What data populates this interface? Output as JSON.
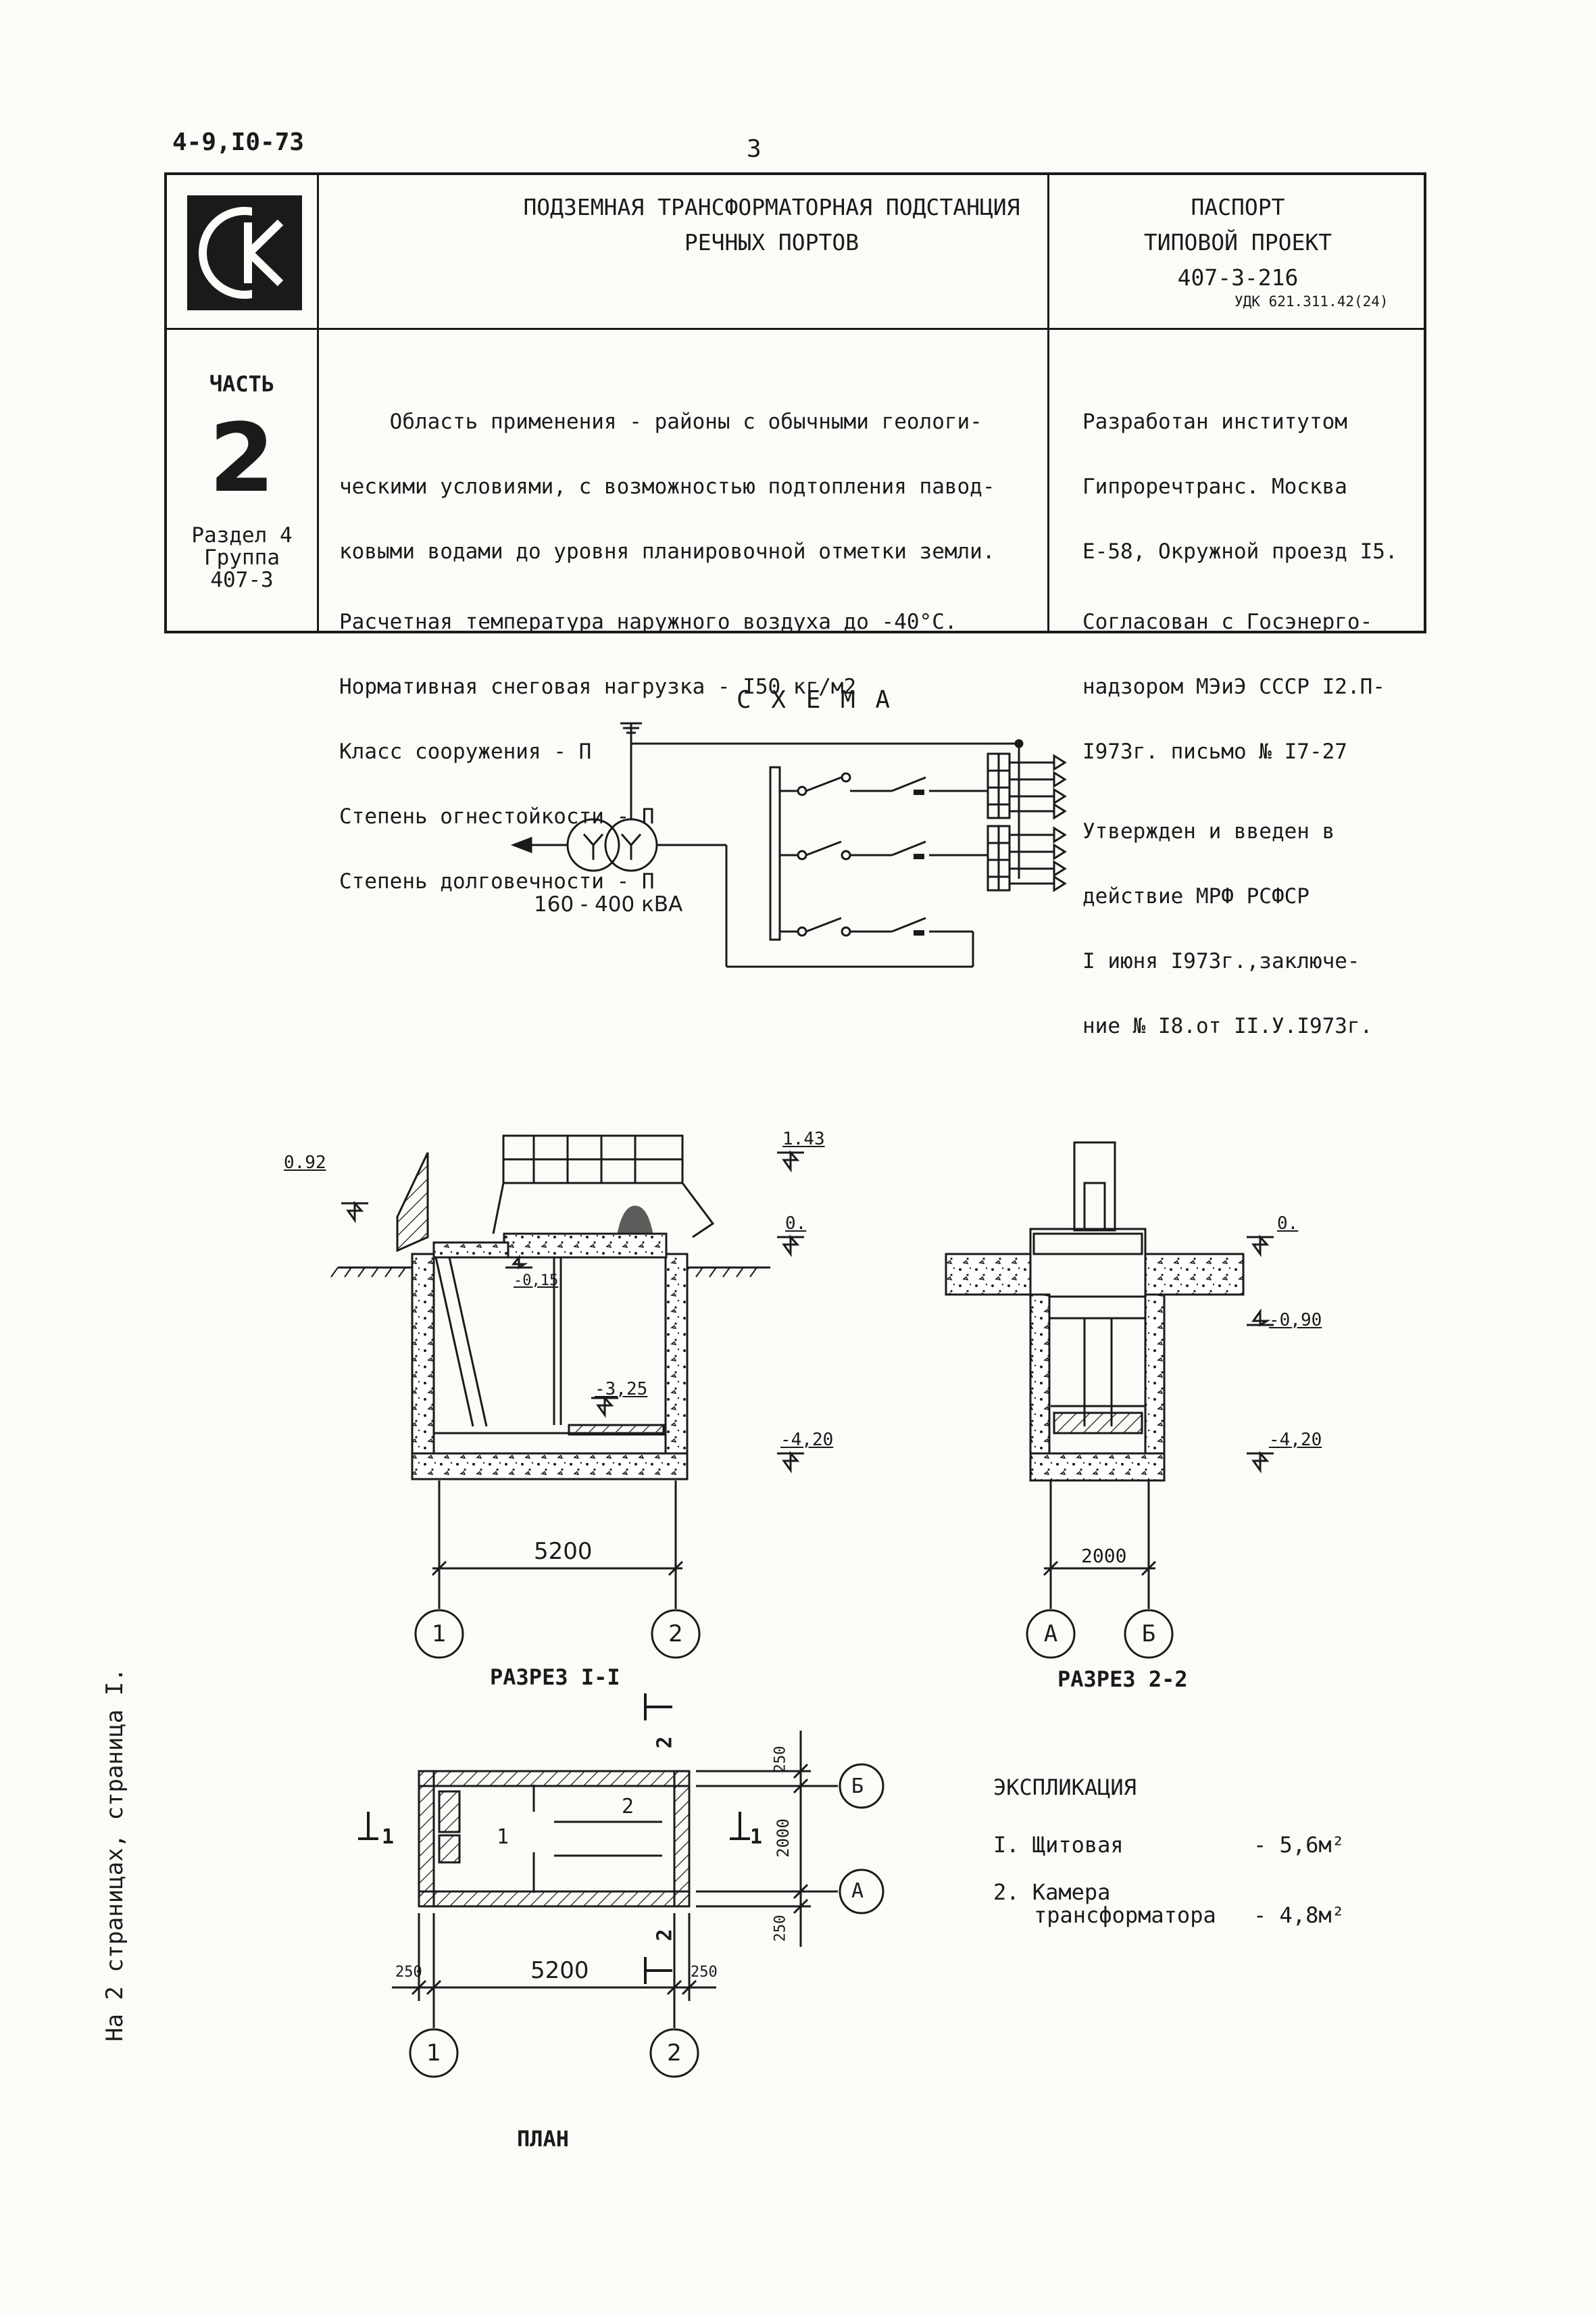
{
  "doc_code": "4-9,I0-73",
  "page_number": "3",
  "header": {
    "title_line1": "ПОДЗЕМНАЯ ТРАНСФОРМАТОРНАЯ ПОДСТАНЦИЯ",
    "title_line2": "РЕЧНЫХ ПОРТОВ",
    "passport": "ПАСПОРТ",
    "project_type": "ТИПОВОЙ ПРОЕКТ",
    "project_number": "407-3-216",
    "udk": "УДК 621.311.42(24)",
    "part_label": "ЧАСТЬ",
    "part_number": "2",
    "section": "Раздел 4",
    "group": "Группа",
    "group_number": "407-3"
  },
  "description": [
    "    Область применения - районы с обычными геологи-",
    "ческими условиями, с возможностью подтопления павод-",
    "ковыми водами до уровня планировочной отметки земли.",
    "Расчетная температура наружного воздуха до -40°С.",
    "Нормативная снеговая нагрузка - I50 кг/м2",
    "Класс сооружения - П",
    "Степень огнестойкости - П",
    "Степень долговечности - П"
  ],
  "developer": [
    "Разработан институтом",
    "Гипроречтранс. Москва",
    "Е-58, Окружной проезд I5.",
    "Согласован с Госэнерго-",
    "надзором МЭиЭ СССР I2.П-",
    "I973г. письмо № I7-27",
    "Утвержден и введен в",
    "действие МРФ РСФСР",
    "I июня I973г.,заключе-",
    "ние № I8.от II.У.I973г."
  ],
  "schema": {
    "title": "С Х Е М А",
    "power": "160 - 400 кВА"
  },
  "section1": {
    "title": "РАЗРЕЗ I-I",
    "marks": {
      "m092": "0.92",
      "m143": "1.43",
      "m0": "0.",
      "m015": "-0,15",
      "m325": "-3,25",
      "m420": "-4,20"
    },
    "dim": "5200",
    "axis_left": "1",
    "axis_right": "2"
  },
  "section2": {
    "title": "РАЗРЕЗ 2-2",
    "marks": {
      "m0": "0.",
      "m090": "-0,90",
      "m420": "-4,20"
    },
    "dim": "2000",
    "axis_left": "А",
    "axis_right": "Б"
  },
  "plan": {
    "title": "ПЛАН",
    "dim_main": "5200",
    "dim_wall_left": "250",
    "dim_wall_right": "250",
    "dim_width": "2000",
    "dim_wall_top": "250",
    "dim_wall_bottom": "250",
    "room1": "1",
    "room2": "2",
    "cut_left": "1",
    "cut_right": "1",
    "cut_top": "2",
    "cut_bottom": "2",
    "axis_1": "1",
    "axis_2": "2",
    "axis_a": "А",
    "axis_b": "Б"
  },
  "explication": {
    "title": "ЭКСПЛИКАЦИЯ",
    "item1_name": "I. Щитовая",
    "item1_value": "- 5,6м²",
    "item2_name_l1": "2. Камера",
    "item2_name_l2": "трансформатора",
    "item2_value": "- 4,8м²"
  },
  "side_note": "На 2 страницах, страница I."
}
